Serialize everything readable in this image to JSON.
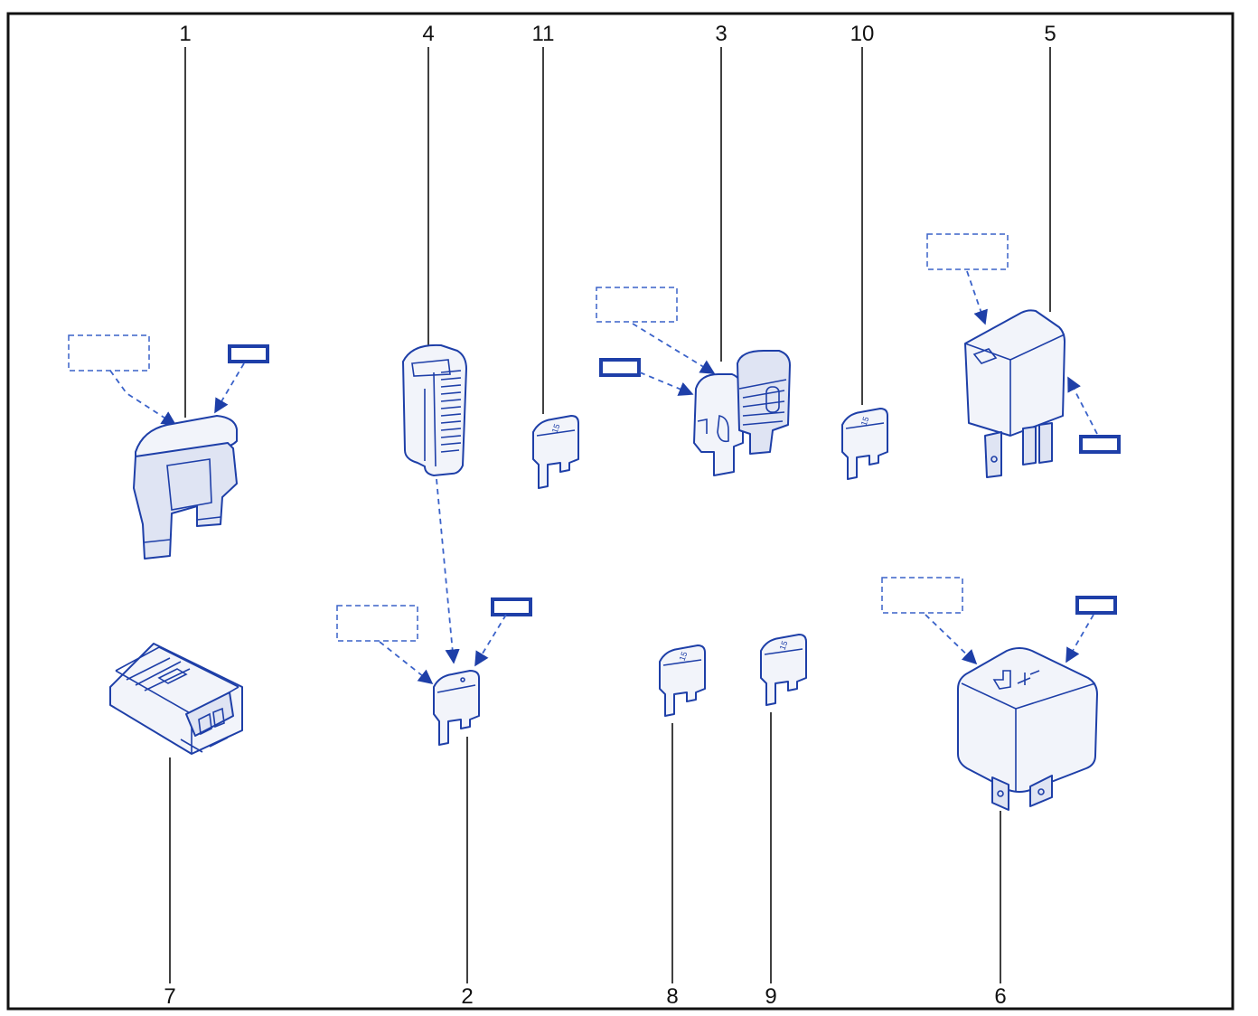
{
  "diagram": {
    "colors": {
      "line": "#1e3fa8",
      "callout": "#111111",
      "fill": "#f2f4fa"
    },
    "callouts": [
      {
        "id": "1",
        "label": "1"
      },
      {
        "id": "4",
        "label": "4"
      },
      {
        "id": "11",
        "label": "11"
      },
      {
        "id": "3",
        "label": "3"
      },
      {
        "id": "10",
        "label": "10"
      },
      {
        "id": "5",
        "label": "5"
      },
      {
        "id": "7",
        "label": "7"
      },
      {
        "id": "2",
        "label": "2"
      },
      {
        "id": "8",
        "label": "8"
      },
      {
        "id": "9",
        "label": "9"
      },
      {
        "id": "6",
        "label": "6"
      }
    ],
    "fuse_rating": "15"
  }
}
